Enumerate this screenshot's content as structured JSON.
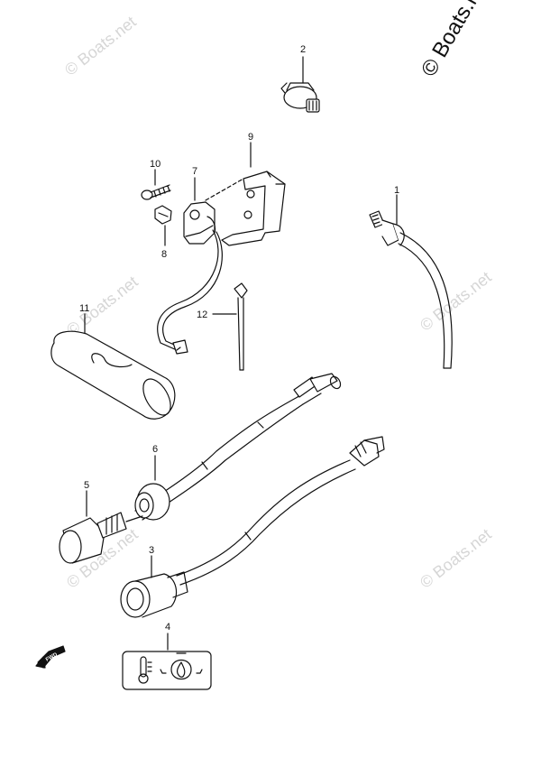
{
  "diagram": {
    "callouts": [
      "1",
      "2",
      "3",
      "4",
      "5",
      "6",
      "7",
      "8",
      "9",
      "10",
      "11",
      "12"
    ],
    "watermark_corner": "© Boats.net",
    "watermark_faint": "© Boats.net",
    "arrow_label": "FWD"
  }
}
